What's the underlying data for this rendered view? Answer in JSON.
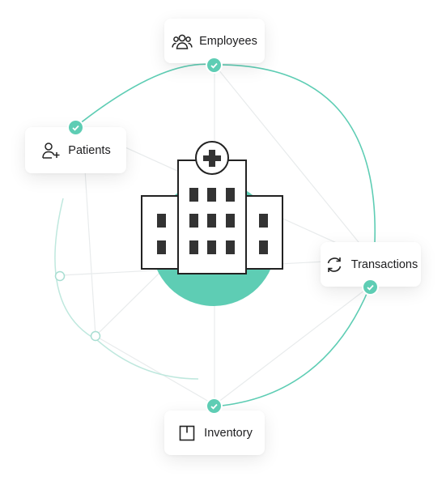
{
  "nodes": {
    "employees": {
      "label": "Employees",
      "icon": "users-icon"
    },
    "patients": {
      "label": "Patients",
      "icon": "user-plus-icon"
    },
    "transactions": {
      "label": "Transactions",
      "icon": "refresh-icon"
    },
    "inventory": {
      "label": "Inventory",
      "icon": "box-icon"
    }
  },
  "center": {
    "icon": "hospital-building-icon"
  },
  "colors": {
    "accent": "#5ecdb4",
    "line": "#e6e9ea",
    "text": "#1d1d1f"
  }
}
